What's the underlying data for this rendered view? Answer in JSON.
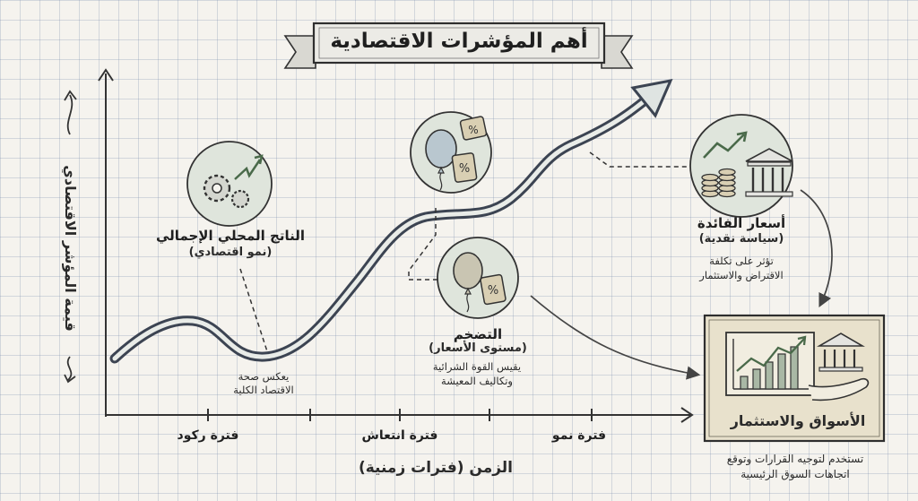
{
  "title": "أهم المؤشرات الاقتصادية",
  "axes": {
    "x_label": "الزمن (فترات زمنية)",
    "y_label": "قيمة المؤشر الاقتصادي",
    "periods": [
      "فترة ركود",
      "فترة انتعاش",
      "فترة نمو"
    ]
  },
  "gdp": {
    "title": "الناتج المحلي الإجمالي",
    "subtitle": "(نمو اقتصادي)",
    "note_line1": "يعكس صحة",
    "note_line2": "الاقتصاد الكلية",
    "icon": "gears-growth-icon"
  },
  "inflation": {
    "title": "التضخم",
    "subtitle": "(مستوى الأسعار)",
    "note_line1": "يقيس القوة الشرائية",
    "note_line2": "وتكاليف المعيشة",
    "icon_top": "balloon-price-tag-icon",
    "icon": "balloon-price-tag-icon",
    "tag_symbol": "%"
  },
  "interest": {
    "title": "أسعار الفائدة",
    "subtitle": "(سياسة نقدية)",
    "note_line1": "تؤثر على تكلفة",
    "note_line2": "الاقتراض والاستثمار",
    "icon": "bank-coins-icon"
  },
  "markets": {
    "title": "الأسواق والاستثمار",
    "note_line1": "تستخدم لتوجيه القرارات وتوقع",
    "note_line2": "اتجاهات السوق الرئيسية",
    "icon": "rising-chart-bank-hand-icon"
  },
  "colors": {
    "ink": "#2f3440",
    "icon_fill": "#dfe5dc",
    "box_fill": "#e8e1cc",
    "ribbon_fill": "#ecebe6"
  }
}
